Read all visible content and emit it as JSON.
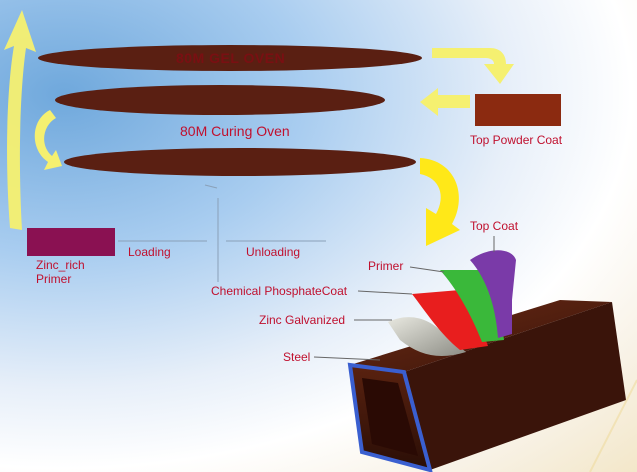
{
  "ovens": {
    "gel_oven_label": "80M GEL OVEN",
    "curing_oven_label": "80M Curing Oven"
  },
  "stations": {
    "top_powder_coat": "Top Powder Coat",
    "zinc_rich_line1": "Zinc_rich",
    "zinc_rich_line2": "Primer",
    "loading": "Loading",
    "unloading": "Unloading",
    "chemical_phosphate": "Chemical PhosphateCoat"
  },
  "layers": {
    "top_coat": "Top Coat",
    "primer": "Primer",
    "zinc_galvanized": "Zinc Galvanized",
    "steel": "Steel"
  },
  "colors": {
    "oven": "#5a1f12",
    "top_powder_box": "#8b2a10",
    "zinc_primer_box": "#8a1152",
    "arrow": "#f2f03a",
    "label_text": "#c0102e",
    "top_coat_layer": "#7a3aa8",
    "primer_layer": "#3ab83a",
    "zinc_layer": "#e81e1e",
    "steel_layer": "#b8b8b0",
    "tube": "#4a1a0c",
    "tube_edge": "#3a5fd0"
  }
}
